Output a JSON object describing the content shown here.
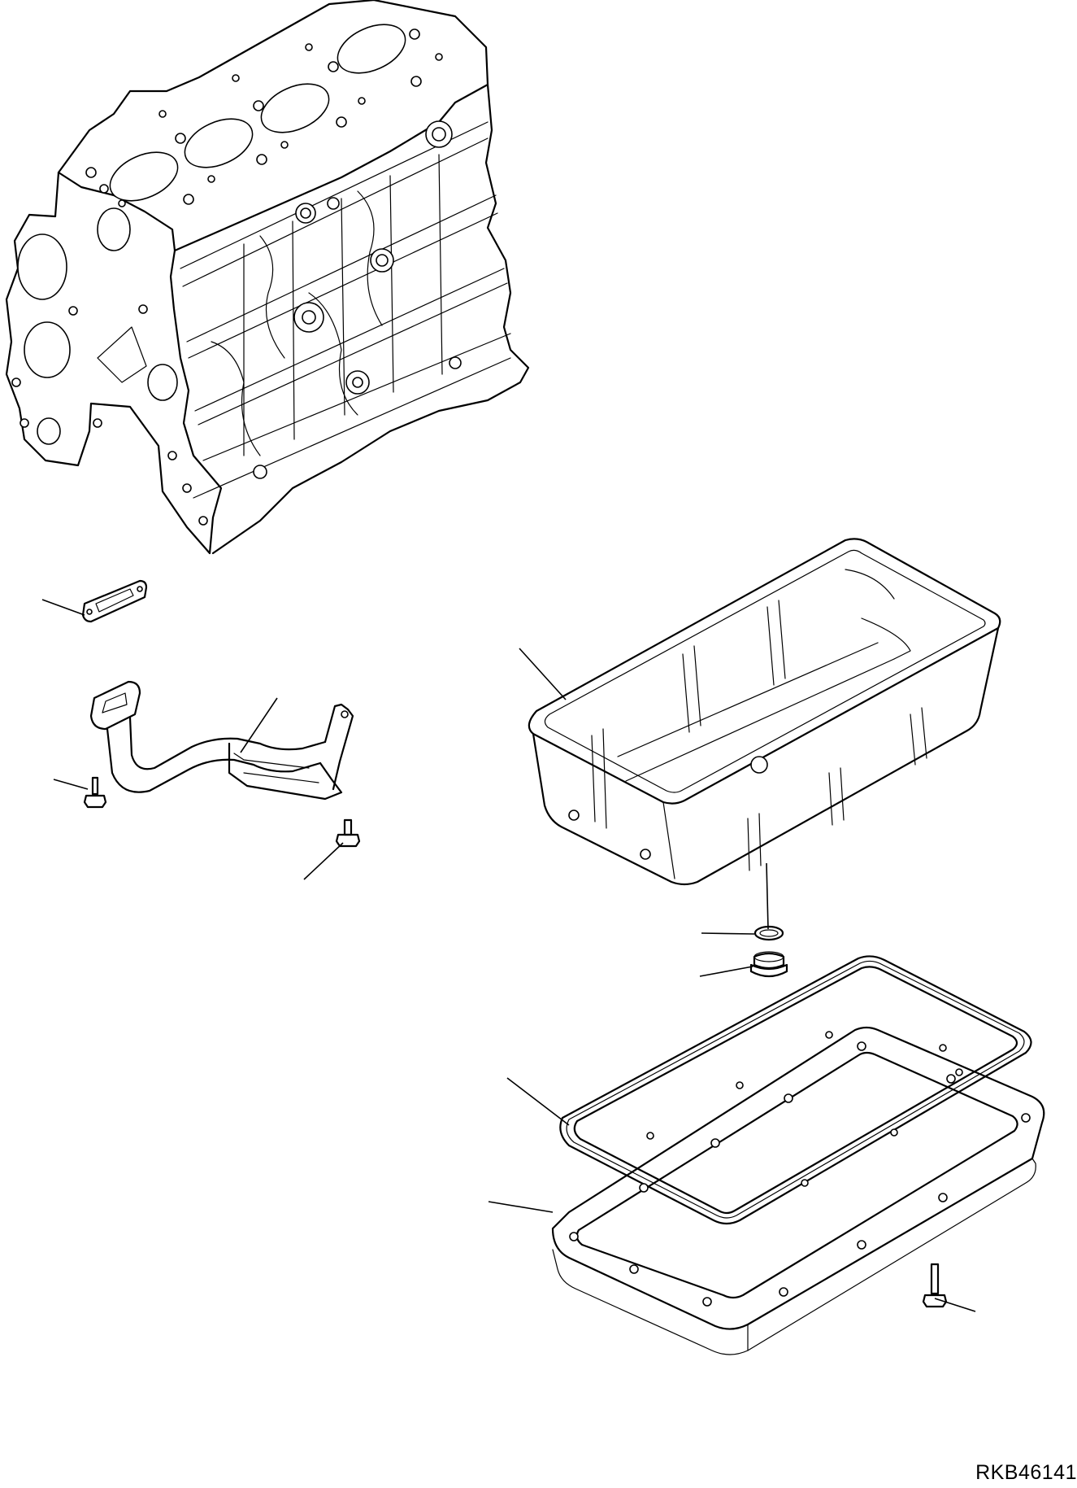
{
  "drawing_id": "RKB46141",
  "parts": [
    "cylinder-block",
    "strainer-gasket",
    "oil-strainer-pipe",
    "strainer-bolt",
    "bracket-bolt",
    "oil-pan",
    "drain-gasket",
    "drain-plug",
    "oil-pan-gasket",
    "spacer-plate",
    "oil-pan-bolt"
  ]
}
